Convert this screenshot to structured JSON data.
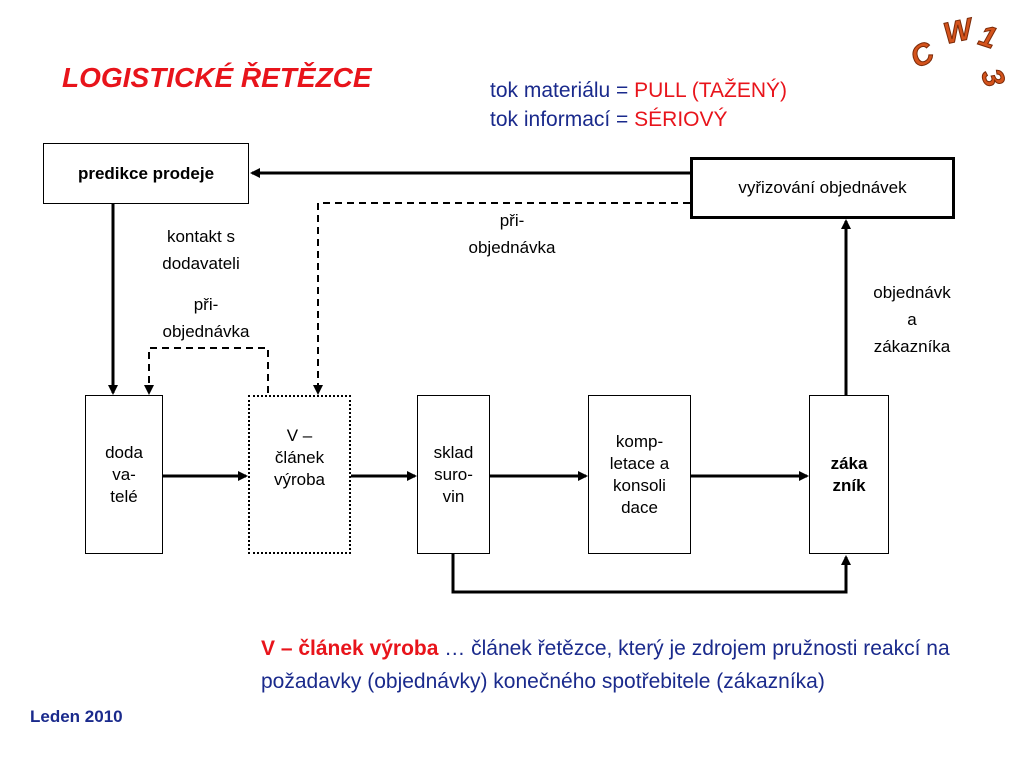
{
  "title": "LOGISTICKÉ ŘETĚZCE",
  "info": {
    "line1_prefix": "tok materiálu = ",
    "line1_value": "PULL (TAŽENÝ)",
    "line2_prefix": "tok informací = ",
    "line2_value": "SÉRIOVÝ"
  },
  "logo_text": "C W 13",
  "boxes": {
    "predikce": "predikce prodeje",
    "vyrizovani": "vyřizování objednávek",
    "dodavatele": [
      "doda",
      "va-",
      "telé"
    ],
    "v_clanek": [
      "V –",
      "článek",
      "výroba"
    ],
    "sklad": [
      "sklad",
      "suro-",
      "vin"
    ],
    "kompletace": [
      "komp-",
      "letace a",
      "konsoli",
      "dace"
    ],
    "zakaznik": [
      "záka",
      "zník"
    ]
  },
  "labels": {
    "kontakt": [
      "kontakt s",
      "dodavateli"
    ],
    "pri_left": [
      "při-",
      "objednávka"
    ],
    "pri_top": [
      "při-",
      "objednávka"
    ],
    "objednavka_zakaznika": [
      "objednávk",
      "a",
      "zákazníka"
    ]
  },
  "description": {
    "bold": "V – článek výroba",
    "rest": " … článek řetězce, který je zdrojem pružnosti reakcí na požadavky (objednávky) konečného spotřebitele (zákazníka)"
  },
  "footer": "Leden 2010",
  "colors": {
    "red": "#e8141b",
    "blue": "#1a2a8c",
    "logo": "#d4531c"
  }
}
